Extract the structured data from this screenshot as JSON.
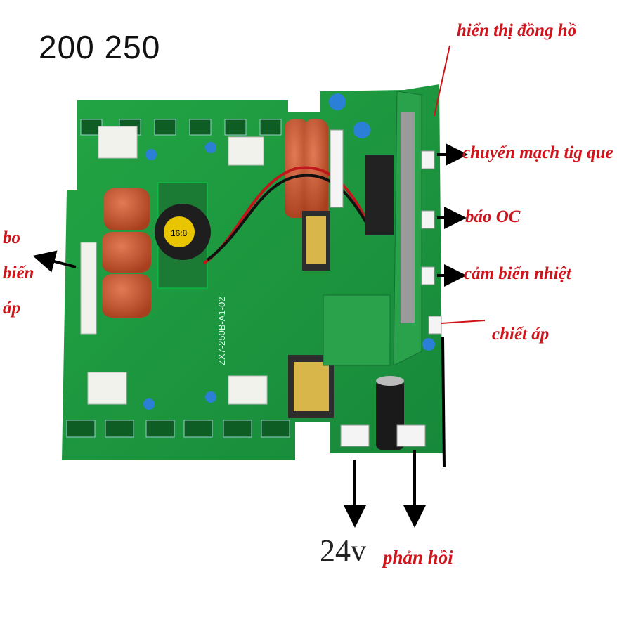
{
  "model_label": "200  250",
  "annotations": {
    "display": "hiển thị đồng hồ",
    "tig_switch": "chuyển mạch tig que",
    "oc_alarm": "báo OC",
    "temp_sensor": "cảm biến nhiệt",
    "potentiometer": "chiết áp",
    "transformer_line1": "bo",
    "transformer_line2": "biến",
    "transformer_line3": "áp",
    "power_24v": "24v",
    "feedback": "phản hồi"
  },
  "board_text": {
    "part_number": "ZX7-250B-A1-02",
    "transformer_ratio": "16:8"
  },
  "colors": {
    "pcb_green": "#1f9a3c",
    "label_red": "#d1141b",
    "capacitor_orange": "#c8522d"
  }
}
